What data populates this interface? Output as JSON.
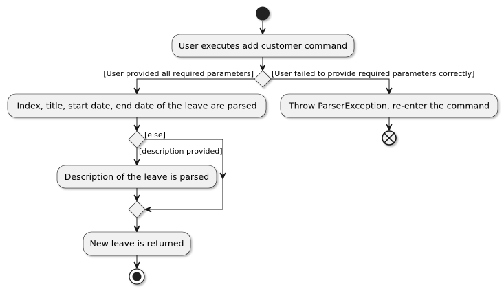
{
  "diagram": {
    "type": "activity",
    "colors": {
      "node_fill": "#f1f1f1",
      "node_stroke": "#181818",
      "line": "#181818",
      "start_node": "#222222",
      "text": "#000000"
    },
    "nodes": {
      "execute": "User executes add customer command",
      "parse_fields": "Index, title, start date, end date of the leave are parsed",
      "throw_exception": "Throw ParserException, re-enter the command",
      "parse_description": "Description of the leave is parsed",
      "return_leave": "New leave is returned"
    },
    "guards": {
      "all_params": "[User provided all required parameters]",
      "failed_params": "[User failed to provide required parameters correctly]",
      "else": "[else]",
      "description_provided": "[description provided]"
    },
    "icons": {
      "start": "start-node-icon",
      "stop": "stop-node-icon",
      "end_flow": "flow-final-icon"
    }
  }
}
